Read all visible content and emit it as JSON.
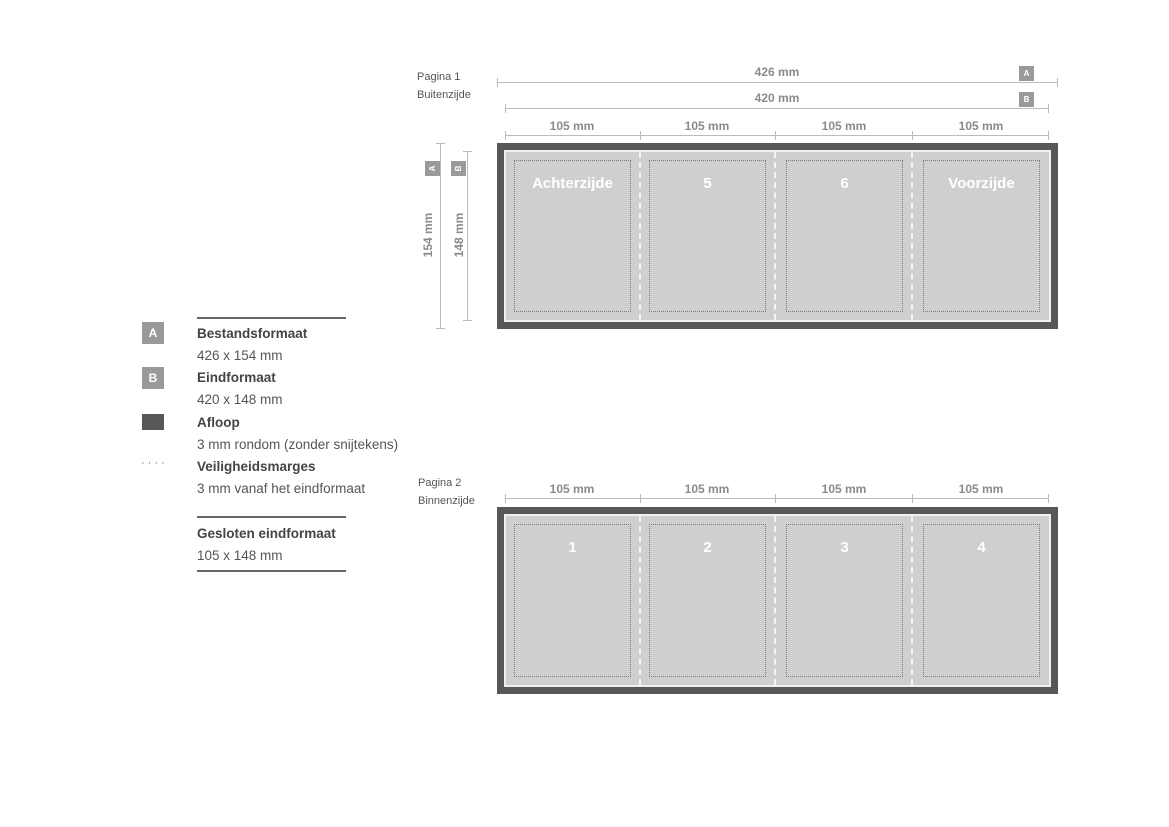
{
  "legend": {
    "items": [
      {
        "badge": "A",
        "title": "Bestandsformaat",
        "text": "426 x 154 mm"
      },
      {
        "badge": "B",
        "title": "Eindformaat",
        "text": "420 x 148 mm"
      },
      {
        "swatch": "bleed",
        "title": "Afloop",
        "text": "3 mm rondom (zonder snijtekens)"
      },
      {
        "marker": "· · · ·",
        "title": "Veiligheidsmarges",
        "text": "3 mm vanaf het eindformaat"
      }
    ],
    "closed": {
      "title": "Gesloten eindformaat",
      "text": "105 x 148 mm"
    }
  },
  "page1": {
    "label": "Pagina 1",
    "sublabel": "Buitenzijde",
    "dim_a": "426 mm",
    "dim_b": "420 mm",
    "badge_a": "A",
    "badge_b": "B",
    "height_a": "154 mm",
    "height_b": "148 mm",
    "panel_widths": [
      "105 mm",
      "105 mm",
      "105 mm",
      "105 mm"
    ],
    "panels": [
      "Achterzijde",
      "5",
      "6",
      "Voorzijde"
    ]
  },
  "page2": {
    "label": "Pagina 2",
    "sublabel": "Binnenzijde",
    "panel_widths": [
      "105 mm",
      "105 mm",
      "105 mm",
      "105 mm"
    ],
    "panels": [
      "1",
      "2",
      "3",
      "4"
    ]
  },
  "colors": {
    "bleed": "#58585a",
    "trim": "#cfcfcf",
    "badge": "#999999",
    "dimension": "#8a8a8a"
  }
}
